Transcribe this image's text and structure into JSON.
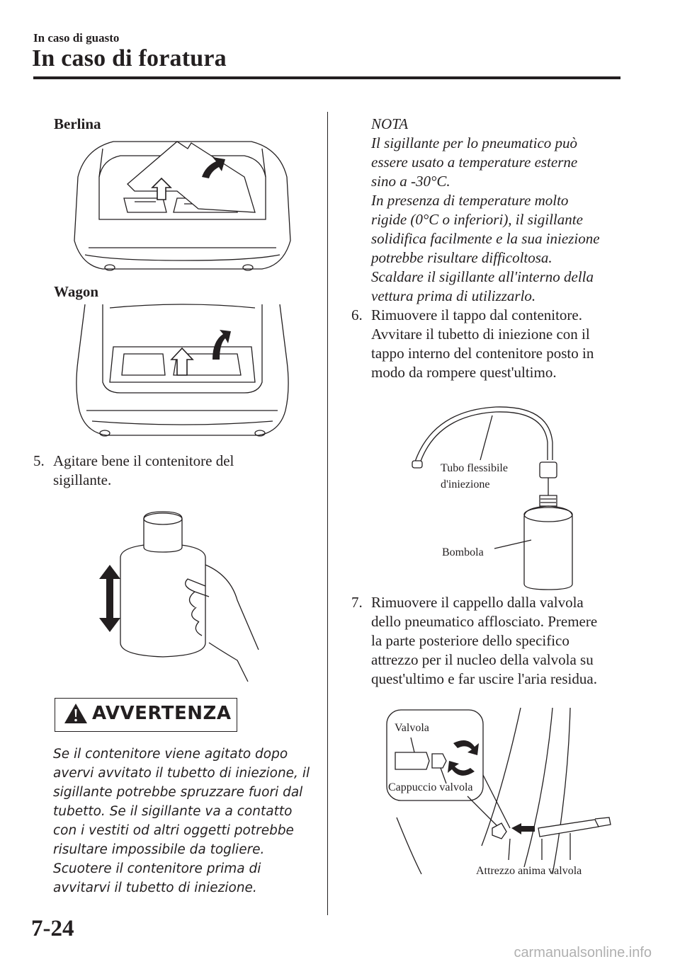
{
  "header": {
    "section": "In caso di guasto",
    "title": "In caso di foratura"
  },
  "left_column": {
    "berlina_label": "Berlina",
    "wagon_label": "Wagon",
    "step5": {
      "number": "5.",
      "lines": [
        "Agitare bene il contenitore del",
        "sigillante."
      ]
    },
    "warning": {
      "title": "AVVERTENZA",
      "lines": [
        "Se il contenitore viene agitato dopo",
        "avervi avvitato il tubetto di iniezione, il",
        "sigillante potrebbe spruzzare fuori dal",
        "tubetto. Se il sigillante va a contatto",
        "con i vestiti od altri oggetti potrebbe",
        "risultare impossibile da togliere.",
        "Scuotere il contenitore prima di",
        "avvitarvi il tubetto di iniezione."
      ]
    }
  },
  "right_column": {
    "note": {
      "title": "NOTA",
      "lines": [
        "Il sigillante per lo pneumatico può",
        "essere usato a temperature esterne",
        "sino a -30°C.",
        "In presenza di temperature molto",
        "rigide (0°C o inferiori), il sigillante",
        "solidifica facilmente e la sua iniezione",
        "potrebbe risultare difficoltosa.",
        "Scaldare il sigillante all'interno della",
        "vettura prima di utilizzarlo."
      ]
    },
    "step6": {
      "number": "6.",
      "lines": [
        "Rimuovere il tappo dal contenitore.",
        "Avvitare il tubetto di iniezione con il",
        "tappo interno del contenitore posto in",
        "modo da rompere quest'ultimo."
      ]
    },
    "fig_bottle": {
      "hose_label_1": "Tubo flessibile",
      "hose_label_2": "d'iniezione",
      "bottle_label": "Bombola"
    },
    "step7": {
      "number": "7.",
      "lines": [
        "Rimuovere il cappello dalla valvola",
        "dello pneumatico afflosciato. Premere",
        "la parte posteriore dello specifico",
        "attrezzo per il nucleo della valvola su",
        "quest'ultimo e far uscire l'aria residua."
      ]
    },
    "fig_valve": {
      "valve_label": "Valvola",
      "cap_label": "Cappuccio valvola",
      "tool_label": "Attrezzo anima valvola"
    }
  },
  "footer": {
    "page_number": "7-24",
    "watermark": "carmanualsonline.info"
  }
}
